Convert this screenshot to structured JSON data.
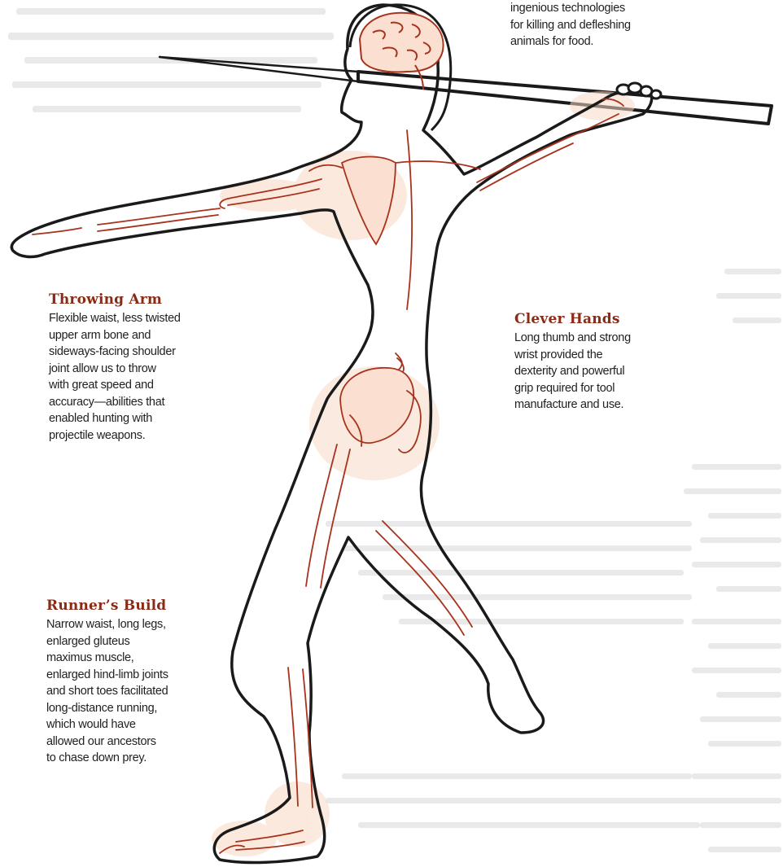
{
  "callouts": {
    "intro": {
      "body": "ingenious technologies\nfor killing and defleshing\nanimals for food."
    },
    "throwing_arm": {
      "title": "Throwing Arm",
      "body": "Flexible waist, less twisted\nupper arm bone and\nsideways-facing shoulder\njoint allow us to throw\nwith great speed and\naccuracy—abilities that\nenabled hunting with\nprojectile weapons."
    },
    "clever_hands": {
      "title": "Clever Hands",
      "body": "Long thumb and strong\nwrist provided the\ndexterity and powerful\ngrip required for tool\nmanufacture and use."
    },
    "runners_build": {
      "title": "Runner’s Build",
      "body": "Narrow waist, long legs,\nenlarged gluteus\nmaximus muscle,\nenlarged hind-limb joints\nand short toes facilitated\nlong-distance running,\nwhich would have\nallowed our ancestors\nto chase down prey."
    }
  },
  "colors": {
    "title": "#8a2b16",
    "body_text": "#1f1f1f",
    "outline": "#1a1a1a",
    "bone": "#a8331d",
    "tissue": "#f5cdb4"
  }
}
